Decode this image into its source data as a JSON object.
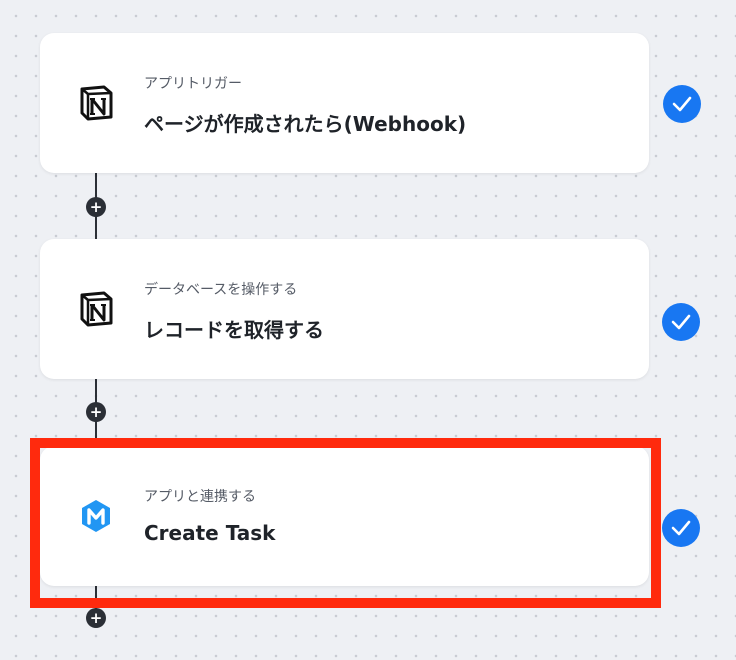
{
  "steps": [
    {
      "subtitle": "アプリトリガー",
      "title": "ページが作成されたら(Webhook)",
      "icon": "notion-icon",
      "completed": true
    },
    {
      "subtitle": "データベースを操作する",
      "title": "レコードを取得する",
      "icon": "notion-icon",
      "completed": true
    },
    {
      "subtitle": "アプリと連携する",
      "title": "Create Task",
      "icon": "meistertask-icon",
      "completed": true,
      "highlighted": true
    }
  ],
  "connector": {
    "add_symbol": "+"
  },
  "colors": {
    "check_blue": "#1877f2",
    "highlight_red": "#ff2a0d",
    "app_icon_blue": "#2196f3"
  }
}
